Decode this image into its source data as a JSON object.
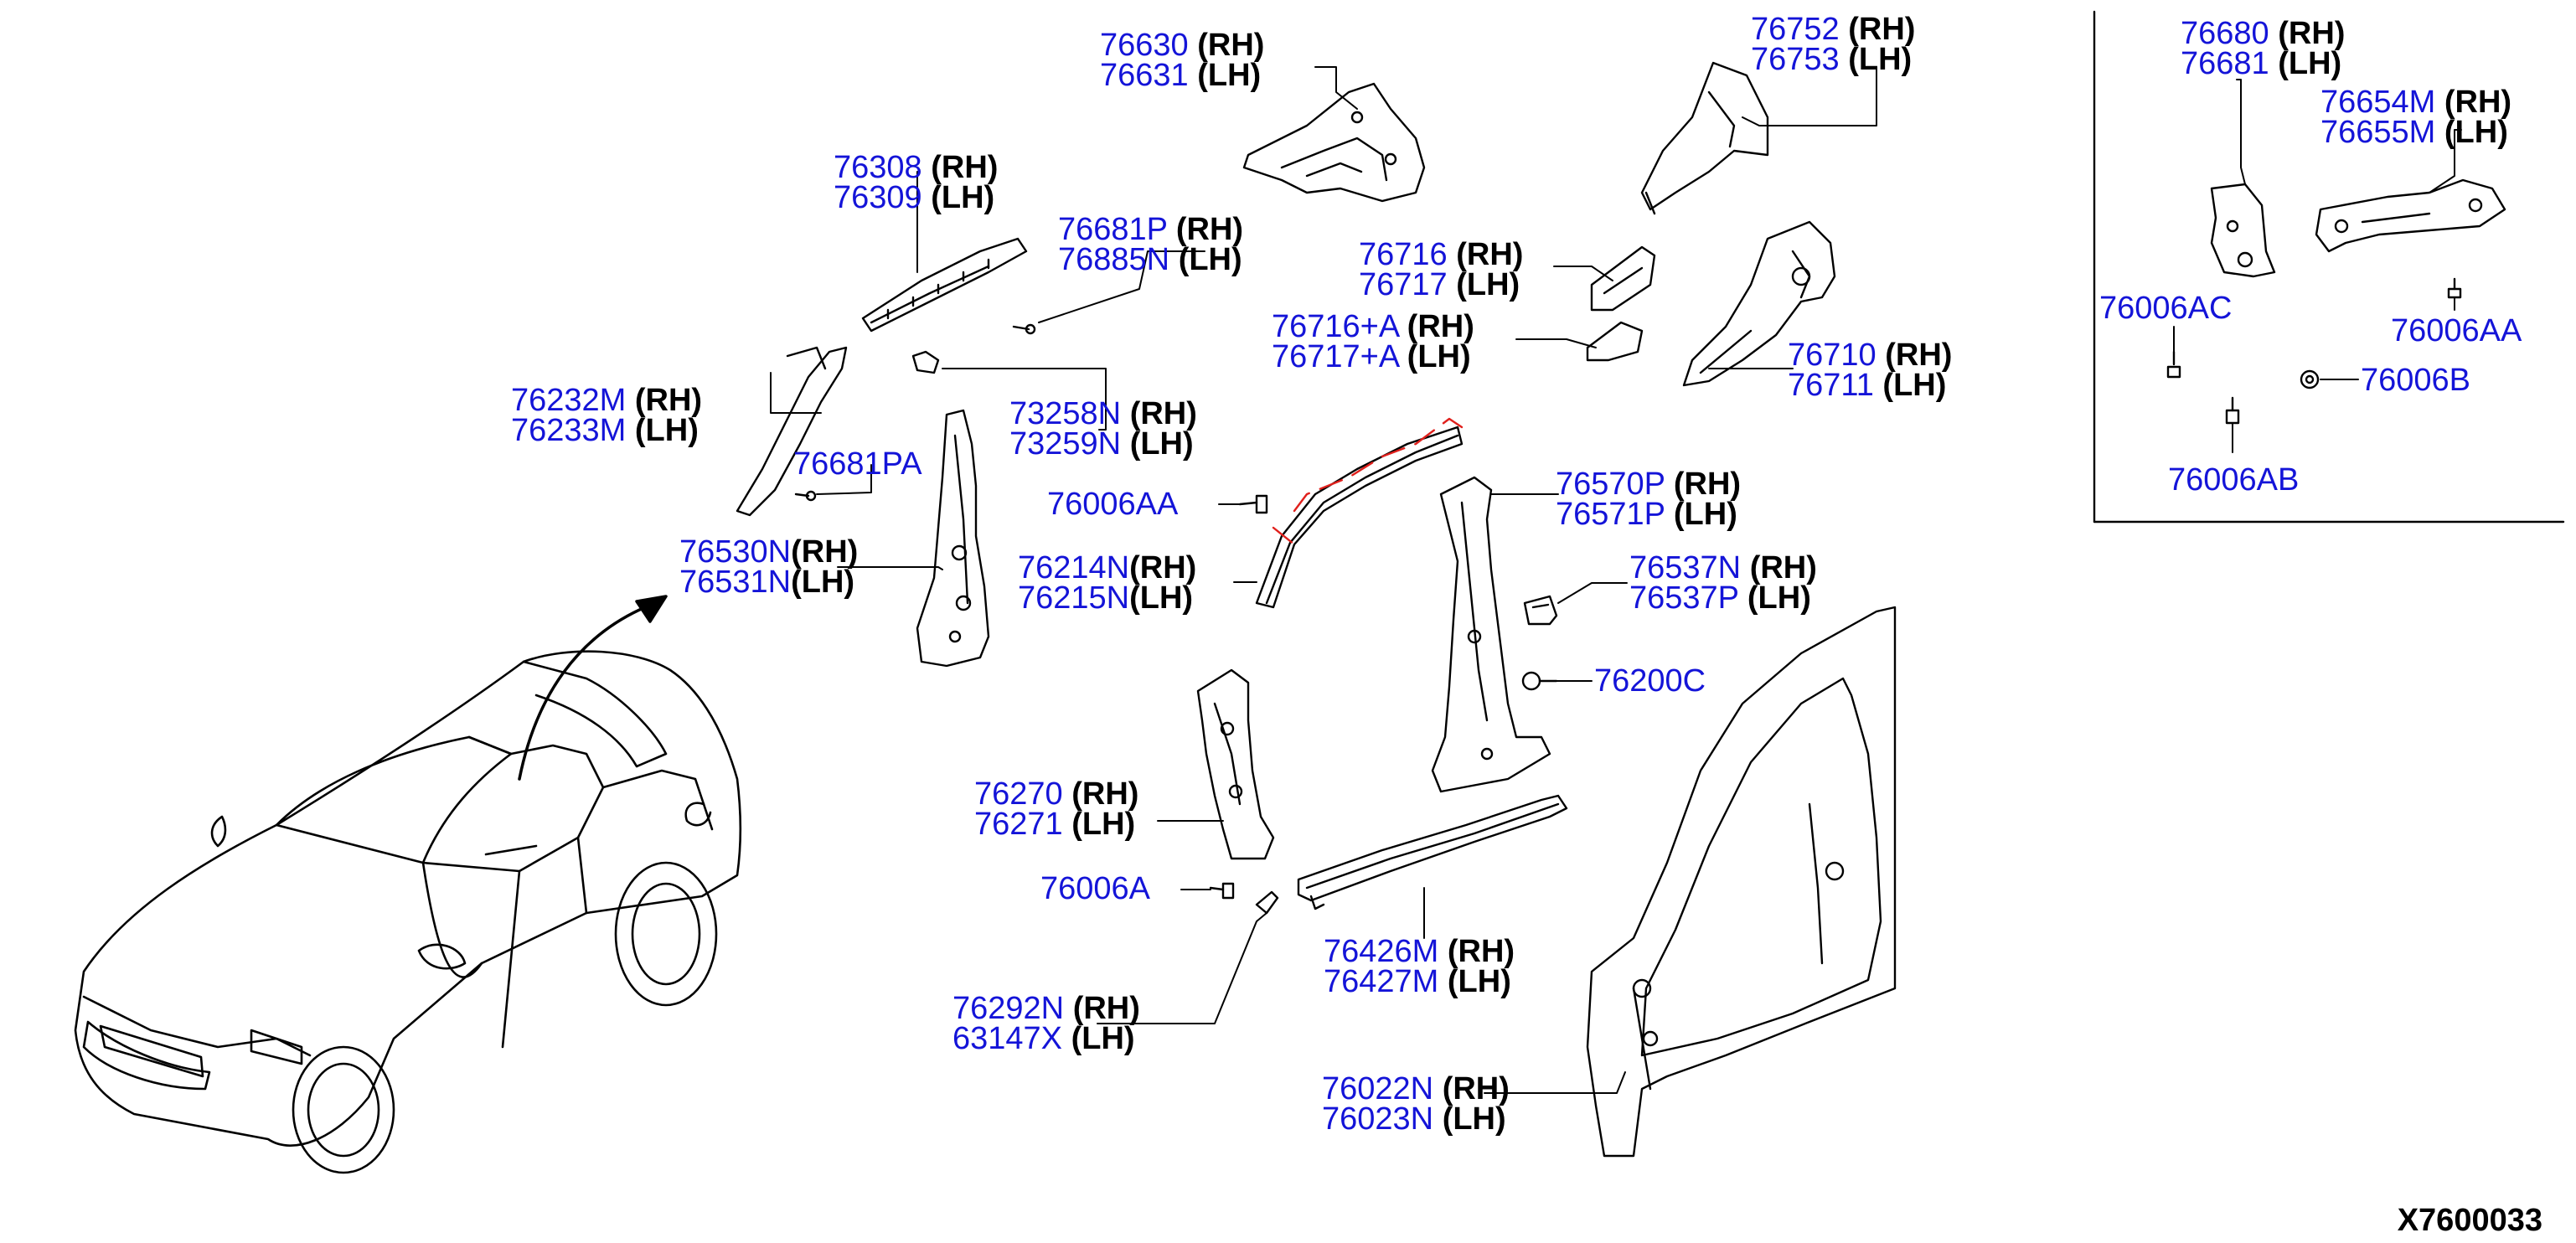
{
  "diagram_id": "X7600033",
  "colors": {
    "part_number": "#1414d8",
    "side": "#000000",
    "leader": "#000000",
    "section_marker": "#e0201c"
  },
  "labels": [
    {
      "id": "pn-76630",
      "lines": [
        {
          "number": "76630",
          "side": "(RH)"
        },
        {
          "number": "76631",
          "side": "(LH)"
        }
      ]
    },
    {
      "id": "pn-76752",
      "lines": [
        {
          "number": "76752",
          "side": "(RH)"
        },
        {
          "number": "76753",
          "side": "(LH)"
        }
      ]
    },
    {
      "id": "pn-76308",
      "lines": [
        {
          "number": "76308",
          "side": "(RH)"
        },
        {
          "number": "76309",
          "side": "(LH)"
        }
      ]
    },
    {
      "id": "pn-76681p",
      "lines": [
        {
          "number": "76681P",
          "side": "(RH)"
        },
        {
          "number": "76885N",
          "side": "(LH)"
        }
      ]
    },
    {
      "id": "pn-76716",
      "lines": [
        {
          "number": "76716",
          "side": "(RH)"
        },
        {
          "number": "76717",
          "side": "(LH)"
        }
      ]
    },
    {
      "id": "pn-76716a",
      "lines": [
        {
          "number": "76716+A",
          "side": "(RH)"
        },
        {
          "number": "76717+A",
          "side": "(LH)"
        }
      ]
    },
    {
      "id": "pn-76710",
      "lines": [
        {
          "number": "76710",
          "side": "(RH)"
        },
        {
          "number": "76711",
          "side": "(LH)"
        }
      ]
    },
    {
      "id": "pn-76232m",
      "lines": [
        {
          "number": "76232M",
          "side": "(RH)"
        },
        {
          "number": "76233M",
          "side": "(LH)"
        }
      ]
    },
    {
      "id": "pn-73258n",
      "lines": [
        {
          "number": "73258N",
          "side": "(RH)"
        },
        {
          "number": "73259N",
          "side": "(LH)"
        }
      ]
    },
    {
      "id": "pn-76681pa",
      "lines": [
        {
          "number": "76681PA",
          "side": ""
        }
      ]
    },
    {
      "id": "pn-76006aa-main",
      "lines": [
        {
          "number": "76006AA",
          "side": ""
        }
      ]
    },
    {
      "id": "pn-76570p",
      "lines": [
        {
          "number": "76570P",
          "side": "(RH)"
        },
        {
          "number": "76571P",
          "side": "(LH)"
        }
      ]
    },
    {
      "id": "pn-76530n",
      "lines": [
        {
          "number": "76530N",
          "side": "(RH)"
        },
        {
          "number": "76531N",
          "side": "(LH)"
        }
      ]
    },
    {
      "id": "pn-76214n",
      "lines": [
        {
          "number": "76214N",
          "side": "(RH)"
        },
        {
          "number": "76215N",
          "side": "(LH)"
        }
      ]
    },
    {
      "id": "pn-76537n",
      "lines": [
        {
          "number": "76537N",
          "side": "(RH)"
        },
        {
          "number": "76537P",
          "side": "(LH)"
        }
      ]
    },
    {
      "id": "pn-76200c",
      "lines": [
        {
          "number": "76200C",
          "side": ""
        }
      ]
    },
    {
      "id": "pn-76270",
      "lines": [
        {
          "number": "76270",
          "side": "(RH)"
        },
        {
          "number": "76271",
          "side": "(LH)"
        }
      ]
    },
    {
      "id": "pn-76006a",
      "lines": [
        {
          "number": "76006A",
          "side": ""
        }
      ]
    },
    {
      "id": "pn-76426m",
      "lines": [
        {
          "number": "76426M",
          "side": "(RH)"
        },
        {
          "number": "76427M",
          "side": "(LH)"
        }
      ]
    },
    {
      "id": "pn-76292n",
      "lines": [
        {
          "number": "76292N",
          "side": "(RH)"
        },
        {
          "number": "63147X",
          "side": "(LH)"
        }
      ]
    },
    {
      "id": "pn-76022n",
      "lines": [
        {
          "number": "76022N",
          "side": "(RH)"
        },
        {
          "number": "76023N",
          "side": "(LH)"
        }
      ]
    },
    {
      "id": "pn-76680",
      "lines": [
        {
          "number": "76680",
          "side": "(RH)"
        },
        {
          "number": "76681",
          "side": "(LH)"
        }
      ]
    },
    {
      "id": "pn-76654m",
      "lines": [
        {
          "number": "76654M",
          "side": "(RH)"
        },
        {
          "number": "76655M",
          "side": "(LH)"
        }
      ]
    },
    {
      "id": "pn-76006ac",
      "lines": [
        {
          "number": "76006AC",
          "side": ""
        }
      ]
    },
    {
      "id": "pn-76006aa-inset",
      "lines": [
        {
          "number": "76006AA",
          "side": ""
        }
      ]
    },
    {
      "id": "pn-76006b",
      "lines": [
        {
          "number": "76006B",
          "side": ""
        }
      ]
    },
    {
      "id": "pn-76006ab",
      "lines": [
        {
          "number": "76006AB",
          "side": ""
        }
      ]
    }
  ]
}
